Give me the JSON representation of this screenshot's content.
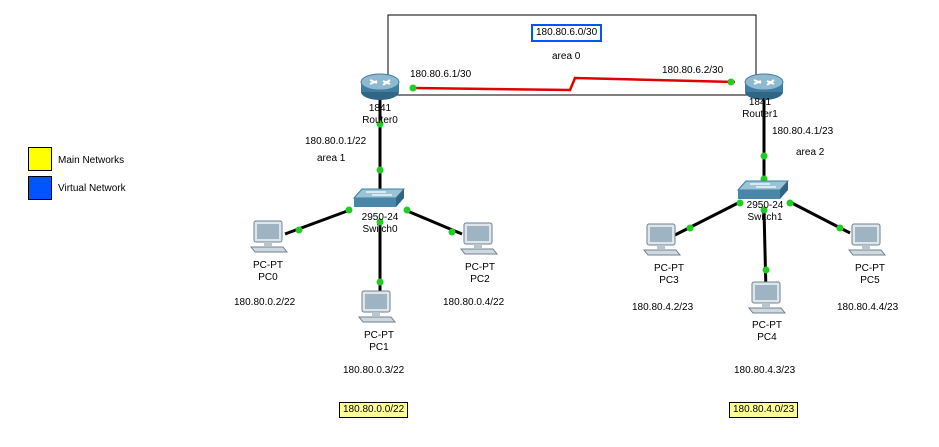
{
  "legend": [
    {
      "label": "Main Networks",
      "color": "#ffff00"
    },
    {
      "label": "Virtual Network",
      "color": "#0055ff"
    }
  ],
  "networks": {
    "virtual": "180.80.6.0/30",
    "main_left": "180.80.0.0/22",
    "main_right": "180.80.4.0/23"
  },
  "areas": {
    "area0": "area 0",
    "area1": "area 1",
    "area2": "area 2"
  },
  "routers": [
    {
      "model": "1841",
      "name": "Router0"
    },
    {
      "model": "1841",
      "name": "Router1"
    }
  ],
  "switches": [
    {
      "model": "2950-24",
      "name": "Switch0"
    },
    {
      "model": "2950-24",
      "name": "Switch1"
    }
  ],
  "pcs": [
    {
      "type": "PC-PT",
      "name": "PC0",
      "ip": "180.80.0.2/22"
    },
    {
      "type": "PC-PT",
      "name": "PC1",
      "ip": "180.80.0.3/22"
    },
    {
      "type": "PC-PT",
      "name": "PC2",
      "ip": "180.80.0.4/22"
    },
    {
      "type": "PC-PT",
      "name": "PC3",
      "ip": "180.80.4.2/23"
    },
    {
      "type": "PC-PT",
      "name": "PC4",
      "ip": "180.80.4.3/23"
    },
    {
      "type": "PC-PT",
      "name": "PC5",
      "ip": "180.80.4.4/23"
    }
  ],
  "interfaces": {
    "r0_serial": "180.80.6.1/30",
    "r1_serial": "180.80.6.2/30",
    "r0_lan": "180.80.0.1/22",
    "r1_lan": "180.80.4.1/23"
  },
  "colors": {
    "serial_link": "#e00000",
    "ethernet_link": "#000000",
    "port_dot": "#22cc22",
    "router": "#4a86a8",
    "switch": "#5b8fa8"
  }
}
